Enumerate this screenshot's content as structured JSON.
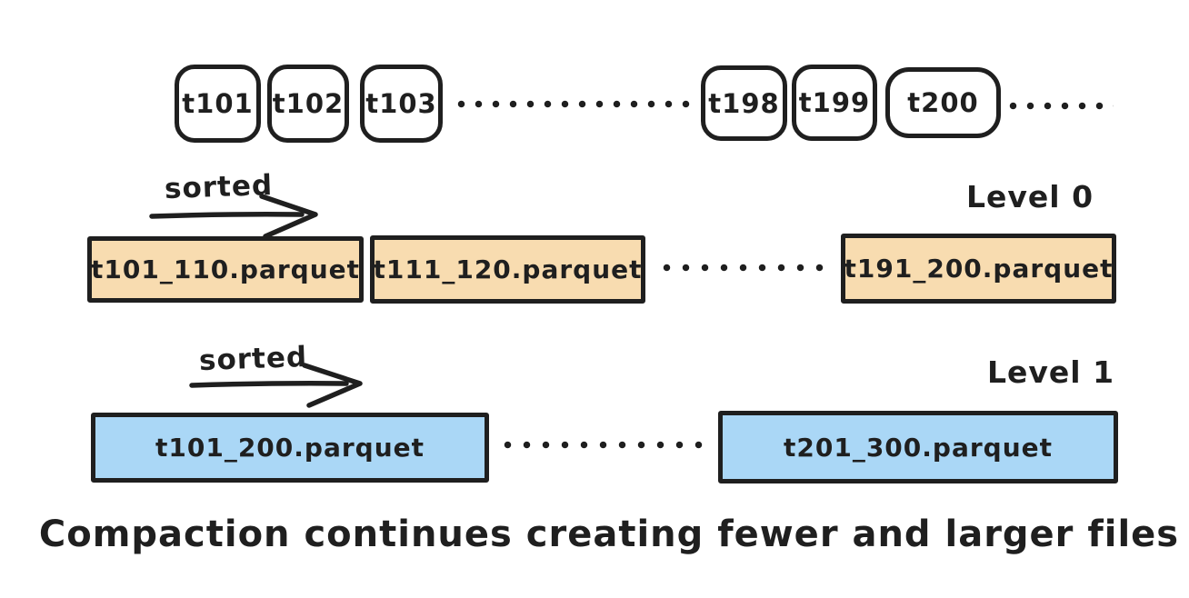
{
  "diagram": {
    "caption": "Compaction continues creating fewer and larger files",
    "colors": {
      "background": "#ffffff",
      "stroke": "#1f1f1f",
      "level0_fill": "#f8dcb0",
      "level1_fill": "#aad7f6"
    },
    "source_row": {
      "boxes_left": [
        "t101",
        "t102",
        "t103"
      ],
      "boxes_right": [
        "t198",
        "t199",
        "t200"
      ]
    },
    "level0": {
      "label": "Level 0",
      "sorted_label": "sorted",
      "files": [
        "t101_110.parquet",
        "t111_120.parquet",
        "t191_200.parquet"
      ]
    },
    "level1": {
      "label": "Level 1",
      "sorted_label": "sorted",
      "files": [
        "t101_200.parquet",
        "t201_300.parquet"
      ]
    }
  }
}
